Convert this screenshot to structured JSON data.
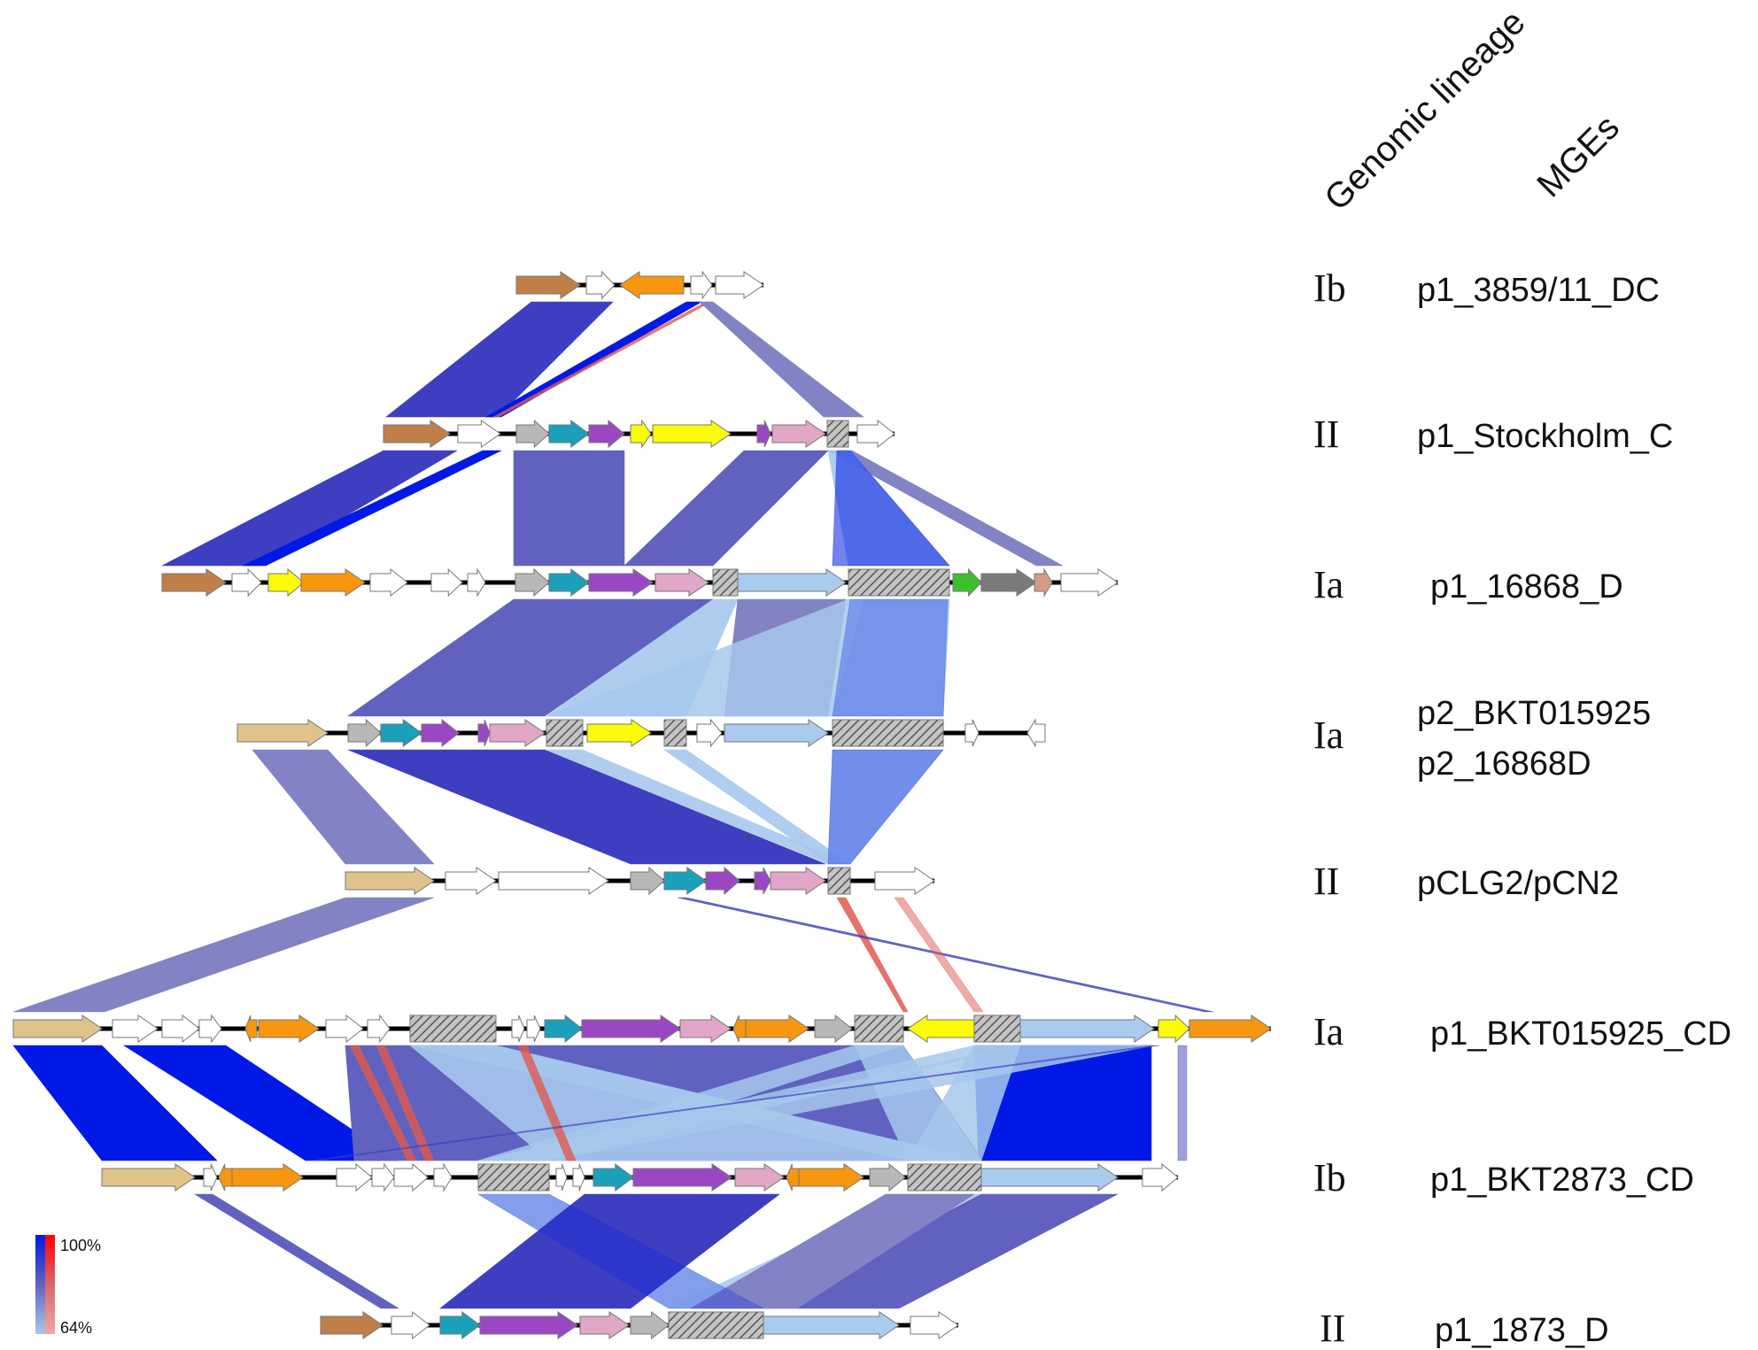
{
  "headers": {
    "lineage": "Genomic lineage",
    "mges": "MGEs"
  },
  "legend": {
    "max_label": "100%",
    "min_label": "64%"
  },
  "gene_colors": {
    "brown": "#c07f48",
    "tan": "#dfc38a",
    "white": "#ffffff",
    "orange": "#f7960f",
    "yellow": "#fbfb05",
    "grey": "#b8b8b8",
    "teal": "#1aa0bb",
    "purple": "#9b47c4",
    "pink": "#e2a6c8",
    "lightblue": "#a9cbee",
    "green": "#3cbf2e",
    "darkgrey": "#7a7a7a",
    "salmon": "#d69a85",
    "hatch": "#b9b9b9"
  },
  "link_colors": {
    "identity_100": "#0019e6",
    "high": "#3d3fc0",
    "mid": "#6162bf",
    "low": "#8183c4",
    "light": "#a6c8ec",
    "inverted": "#e05a50"
  },
  "rows": [
    {
      "lineage": "Ib",
      "mges": [
        "p1_3859/11_DC"
      ]
    },
    {
      "lineage": "II",
      "mges": [
        "p1_Stockholm_C"
      ]
    },
    {
      "lineage": "Ia",
      "mges": [
        "p1_16868_D"
      ]
    },
    {
      "lineage": "Ia",
      "mges": [
        "p2_BKT015925",
        "p2_16868D"
      ]
    },
    {
      "lineage": "II",
      "mges": [
        "pCLG2/pCN2"
      ]
    },
    {
      "lineage": "Ia",
      "mges": [
        "p1_BKT015925_CD"
      ]
    },
    {
      "lineage": "Ib",
      "mges": [
        "p1_BKT2873_CD"
      ]
    },
    {
      "lineage": "II",
      "mges": [
        "p1_1873_D"
      ]
    }
  ]
}
